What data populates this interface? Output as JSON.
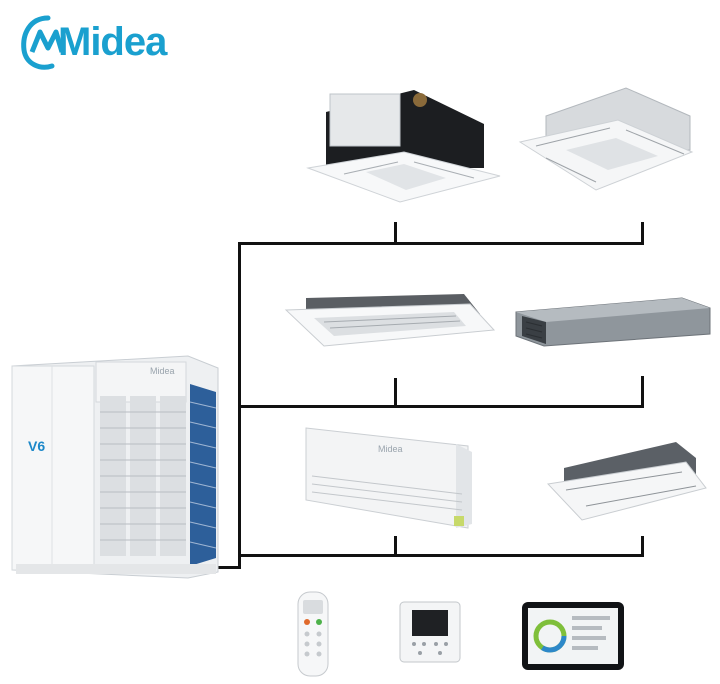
{
  "brand": {
    "logo_text": "Midea",
    "logo_color": "#1aa0cf"
  },
  "outdoor_unit": {
    "brand_label": "Midea",
    "model_badge": "V6"
  },
  "indoor_units": [
    {
      "type": "four-way-cassette-open",
      "row": 1
    },
    {
      "type": "four-way-cassette",
      "row": 1
    },
    {
      "type": "one-way-cassette",
      "row": 2
    },
    {
      "type": "ducted-unit",
      "row": 2
    },
    {
      "type": "ceiling-floor-unit",
      "row": 3
    },
    {
      "type": "two-way-cassette",
      "row": 3
    }
  ],
  "controllers": [
    {
      "type": "remote-control"
    },
    {
      "type": "wired-controller"
    },
    {
      "type": "touch-screen-controller"
    }
  ],
  "colors": {
    "line": "#111111",
    "unit_body": "#f2f3f4",
    "grille": "#2d5f9a"
  }
}
